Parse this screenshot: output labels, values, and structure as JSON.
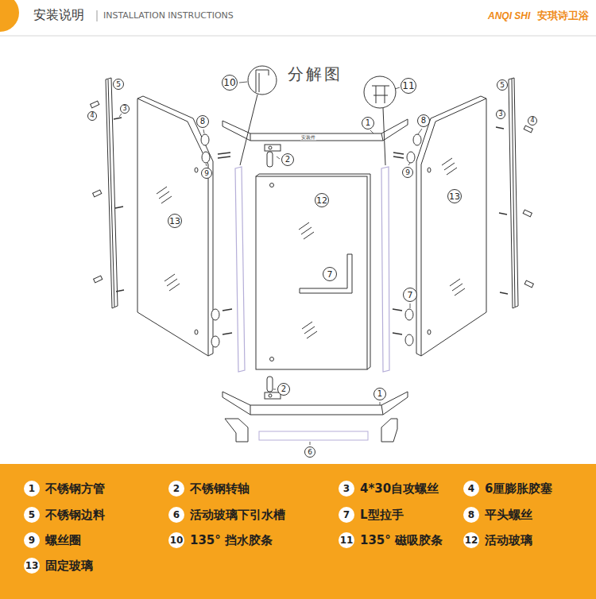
{
  "diagram": {
    "title": "安装说明",
    "nodes": [
      {
        "text": [
          "10"
        ]
      },
      {
        "text": [
          "5"
        ]
      },
      {
        "text": [
          "5"
        ]
      },
      {
        "text": [
          "11"
        ]
      },
      {
        "text": [
          "3"
        ]
      },
      {
        "text": [
          "3"
        ]
      },
      {
        "text": [
          "4"
        ]
      },
      {
        "text": [
          "4"
        ]
      },
      {
        "text": [
          "8"
        ]
      },
      {
        "text": [
          "8"
        ]
      },
      {
        "text": [
          "1"
        ]
      },
      {
        "text": [
          "2"
        ]
      },
      {
        "text": [
          "9"
        ]
      },
      {
        "text": [
          "9"
        ]
      },
      {
        "text": [
          "13"
        ]
      },
      {
        "text": [
          "12"
        ]
      },
      {
        "text": [
          "13"
        ]
      },
      {
        "text": [
          "7"
        ]
      },
      {
        "text": [
          "7"
        ]
      },
      {
        "text": [
          "2"
        ]
      },
      {
        "text": [
          "1"
        ]
      },
      {
        "text": [
          "6"
        ]
      },
      {
        "text": [
          "1"
        ]
      },
      {
        "text": [
          "2"
        ]
      },
      {
        "text": [
          "3"
        ]
      },
      {
        "text": [
          "4"
        ]
      },
      {
        "text": [
          "5"
        ]
      },
      {
        "text": [
          "6"
        ]
      },
      {
        "text": [
          "7"
        ]
      },
      {
        "text": [
          "8"
        ]
      },
      {
        "text": [
          "9"
        ]
      },
      {
        "text": [
          "10"
        ]
      },
      {
        "text": [
          "11"
        ]
      },
      {
        "text": [
          "12"
        ]
      },
      {
        "text": [
          "13"
        ]
      }
    ],
    "labels": [
      "INSTALLATION INSTRUCTIONS",
      "ANQI SHI",
      "安琪诗卫浴",
      "分解图",
      "安装件",
      "不锈钢方管",
      "不锈钢转轴",
      "4*30自攻螺丝",
      "6厘膨胀胶塞",
      "不锈钢边料",
      "活动玻璃下引水槽",
      "L型拉手",
      "平头螺丝",
      "螺丝圈",
      "135° 挡水胶条",
      "135° 磁吸胶条",
      "活动玻璃",
      "固定玻璃"
    ]
  }
}
